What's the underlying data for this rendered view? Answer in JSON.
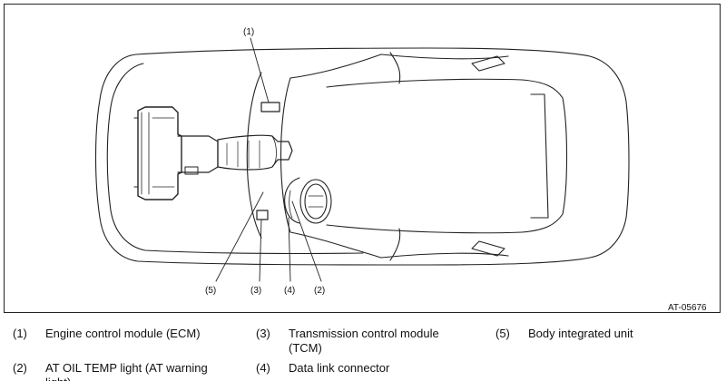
{
  "figure": {
    "id": "AT-05676",
    "callouts": [
      "(1)",
      "(5)",
      "(3)",
      "(4)",
      "(2)"
    ]
  },
  "legend": [
    {
      "num": "(1)",
      "text": "Engine control module (ECM)"
    },
    {
      "num": "(2)",
      "text": "AT OIL TEMP light (AT warning light)"
    },
    {
      "num": "(3)",
      "text": "Transmission control module (TCM)"
    },
    {
      "num": "(4)",
      "text": "Data link connector"
    },
    {
      "num": "(5)",
      "text": "Body integrated unit"
    }
  ]
}
